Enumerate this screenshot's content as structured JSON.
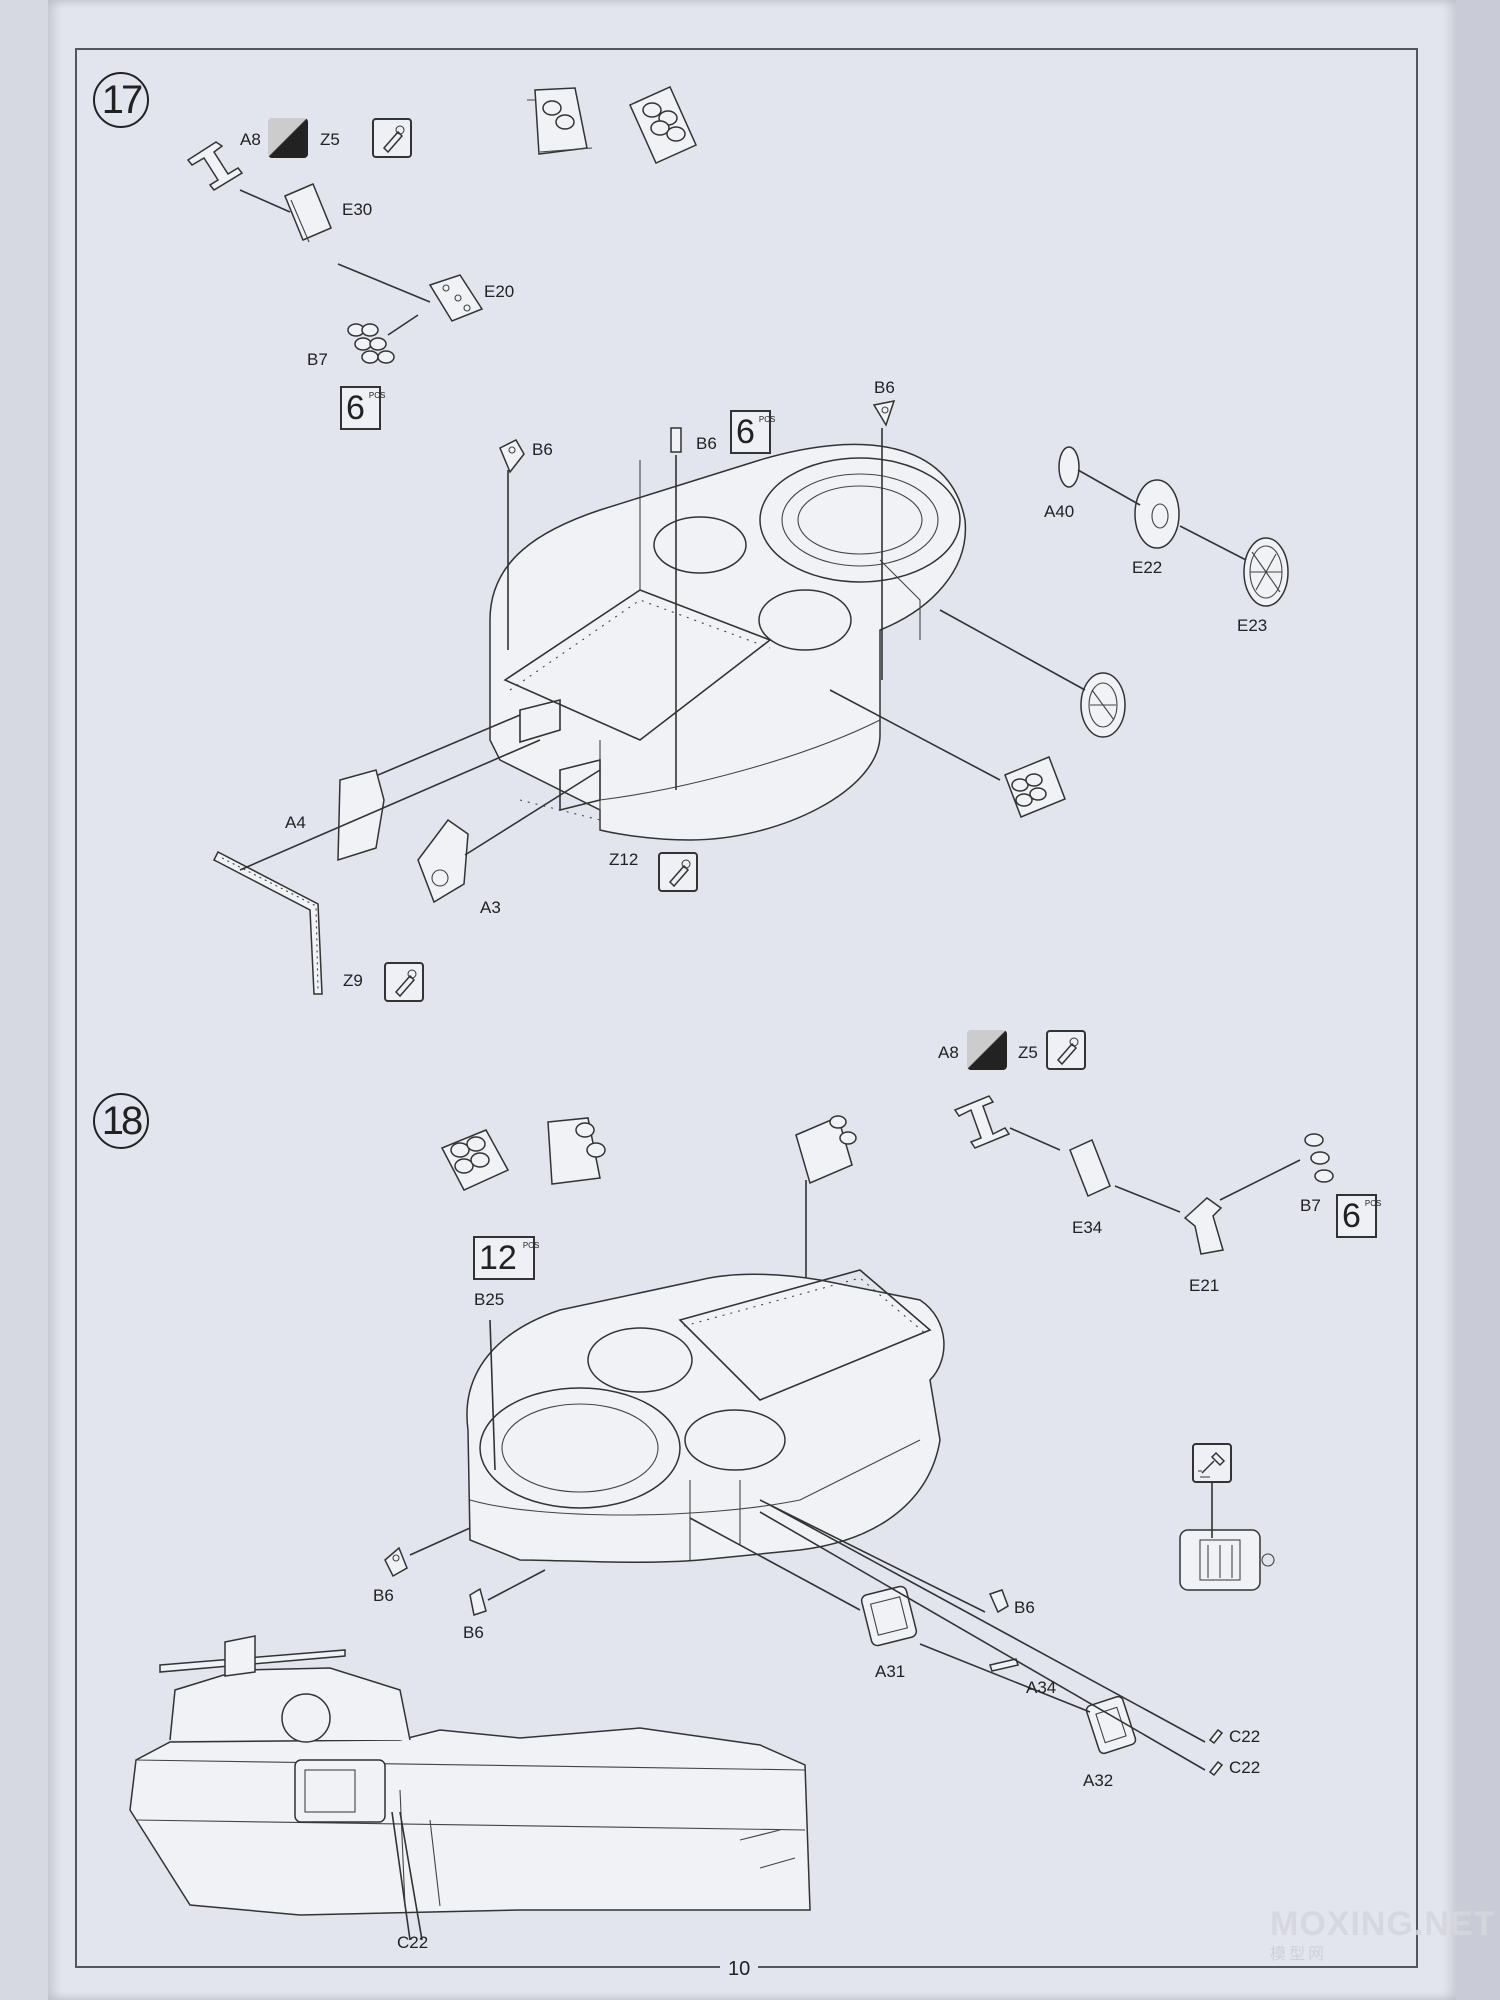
{
  "page": {
    "number": "10"
  },
  "watermark": {
    "text": "MOXING.NET",
    "sub": "模型网"
  },
  "step17": {
    "number": "17",
    "labels": {
      "a8": "A8",
      "z5": "Z5",
      "e30": "E30",
      "e20": "E20",
      "b7": "B7",
      "b6_left": "B6",
      "b6_mid": "B6",
      "b6_right": "B6",
      "a40": "A40",
      "e22": "E22",
      "e23": "E23",
      "a4": "A4",
      "a3": "A3",
      "z12": "Z12",
      "z9": "Z9"
    },
    "pcs_boxes": [
      {
        "count": "6",
        "unit": "PCS"
      },
      {
        "count": "6",
        "unit": "PCS"
      }
    ]
  },
  "step18": {
    "number": "18",
    "labels": {
      "a8": "A8",
      "z5": "Z5",
      "e34": "E34",
      "e21": "E21",
      "b7": "B7",
      "b25": "B25",
      "b6_a": "B6",
      "b6_b": "B6",
      "b6_c": "B6",
      "a31": "A31",
      "a34": "A34",
      "a32": "A32",
      "c22_a": "C22",
      "c22_b": "C22",
      "c22_c": "C22"
    },
    "pcs_boxes": [
      {
        "count": "12",
        "unit": "PCS"
      },
      {
        "count": "6",
        "unit": "PCS"
      }
    ]
  },
  "icons": {
    "paint_swatch": "black-white-paint-swatch-icon",
    "photo_etch": "photo-etch-part-icon",
    "glue": "glue-brush-icon"
  }
}
